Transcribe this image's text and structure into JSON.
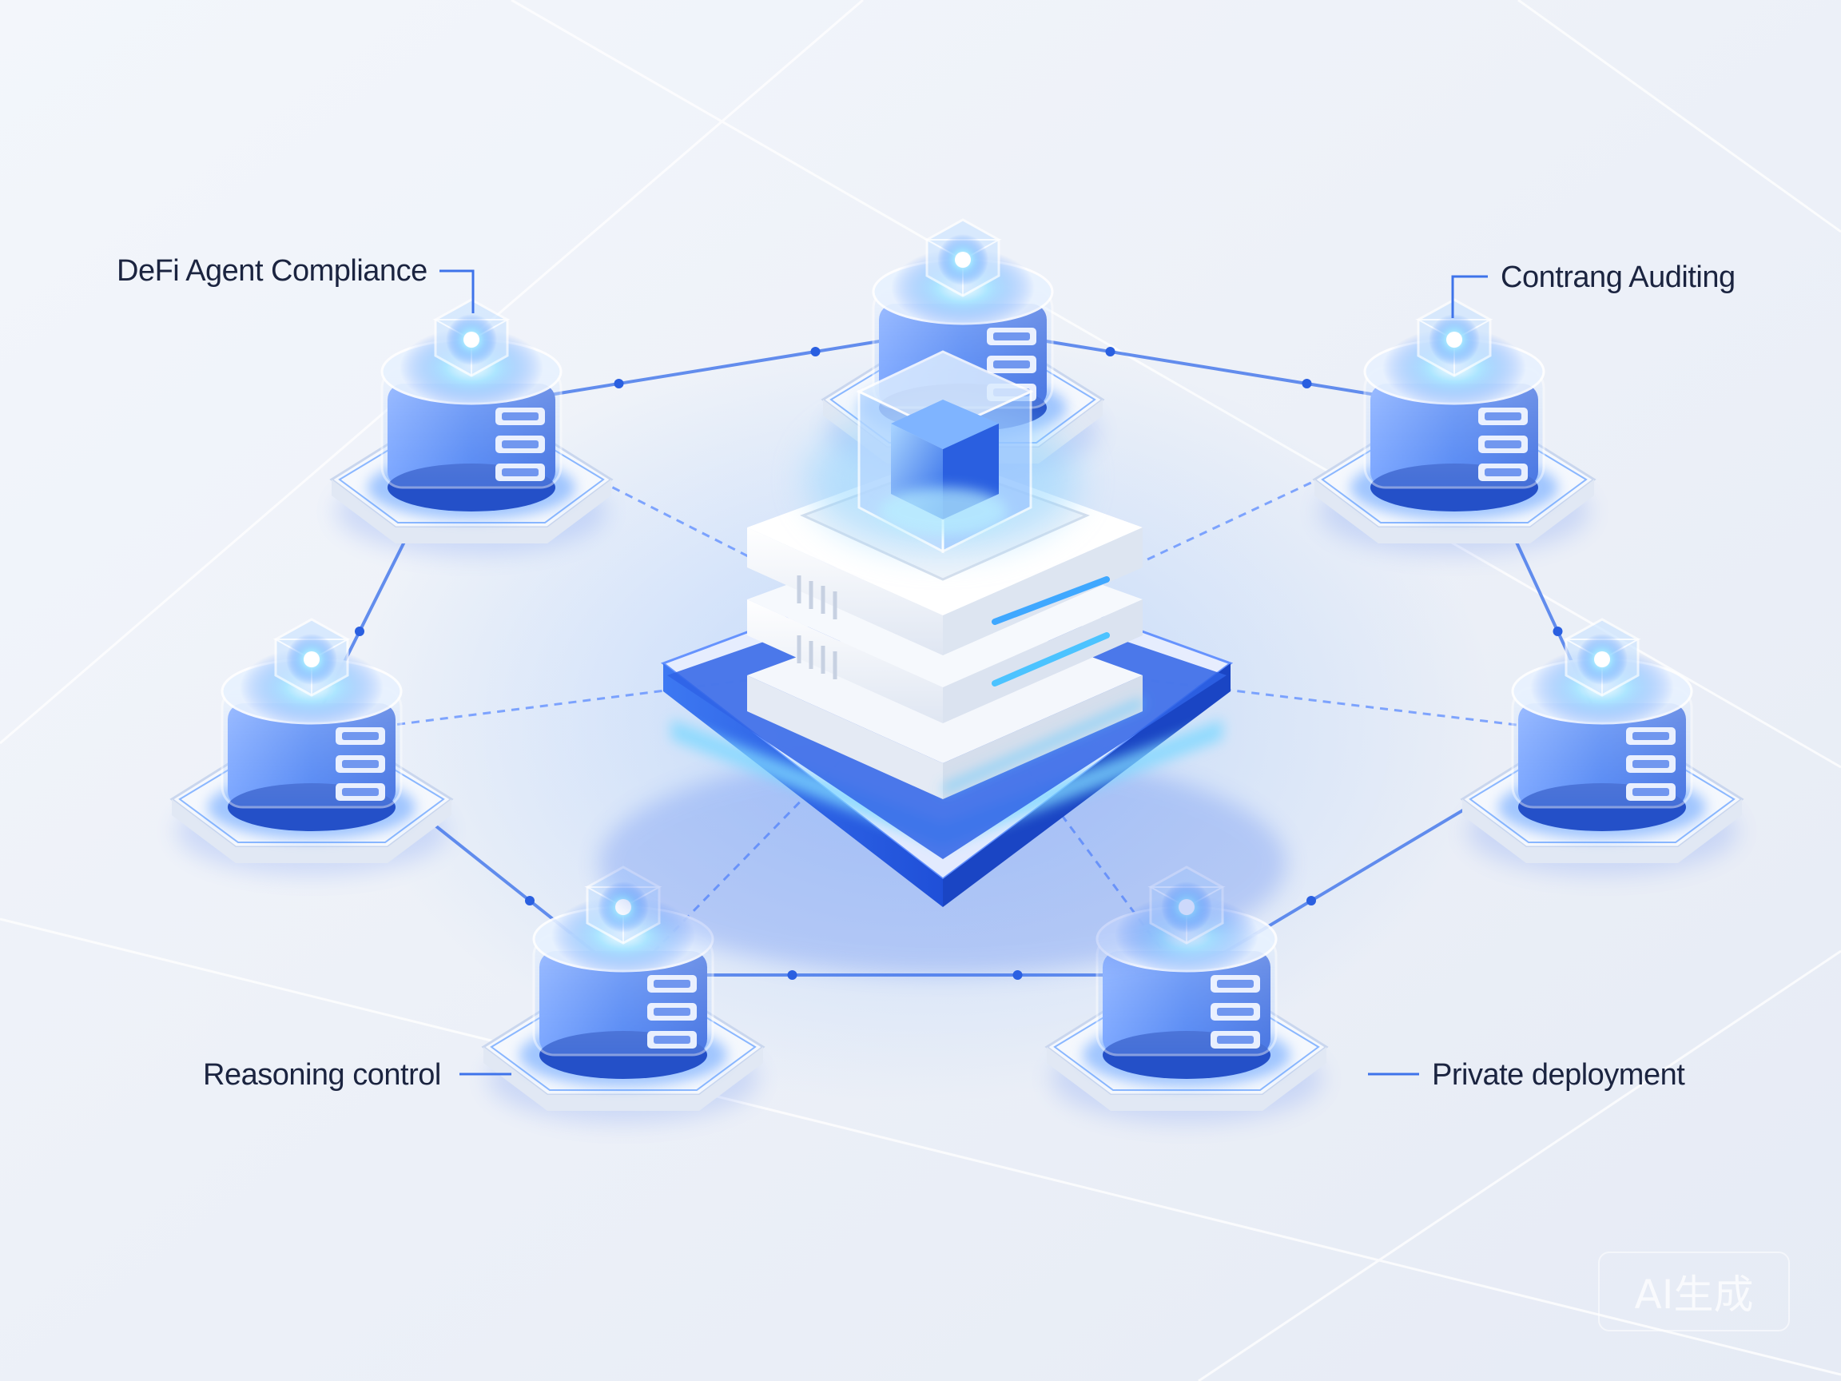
{
  "labels": {
    "defi": "DeFi Agent Compliance",
    "contract": "Contrang Auditing",
    "reasoning": "Reasoning control",
    "private": "Private deployment"
  },
  "watermark": "AI生成",
  "colors": {
    "background": "#eef2f9",
    "accent_blue": "#3a7bff",
    "deep_blue": "#1f4fd8",
    "glow_cyan": "#7fd8ff",
    "node_white": "#f7f9fd",
    "text": "#1b2440"
  },
  "nodes": [
    {
      "id": "node-top"
    },
    {
      "id": "node-top-left"
    },
    {
      "id": "node-top-right"
    },
    {
      "id": "node-mid-left"
    },
    {
      "id": "node-mid-right"
    },
    {
      "id": "node-bottom-left"
    },
    {
      "id": "node-bottom-right"
    }
  ]
}
